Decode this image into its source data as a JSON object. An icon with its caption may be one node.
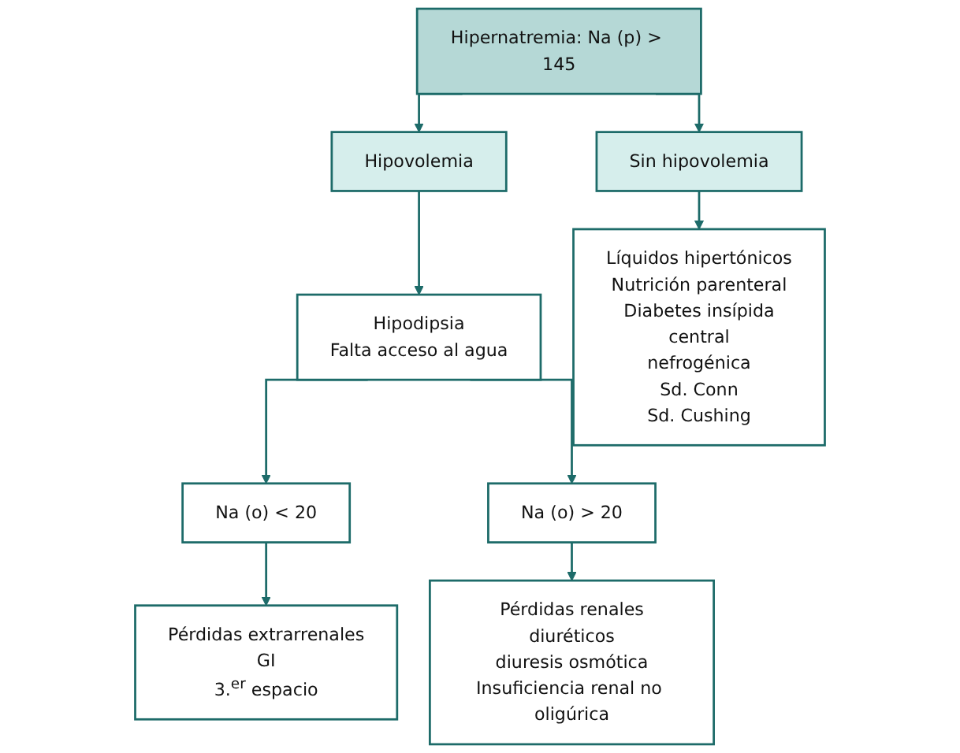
{
  "diagram": {
    "nodes": [
      {
        "text": [
          "Hipernatremia: Na (p) > 145"
        ]
      },
      {
        "text": [
          "Hipovolemia"
        ]
      },
      {
        "text": [
          "Sin hipovolemia"
        ]
      },
      {
        "text": [
          "Hipodipsia",
          "Falta acceso al agua"
        ]
      },
      {
        "text": [
          "Na (o) < 20"
        ]
      },
      {
        "text": [
          "Na (o) > 20"
        ]
      },
      {
        "text": [
          "Pérdidas extrarrenales",
          "GI",
          "3.$^{er}$ espacio"
        ]
      },
      {
        "text": [
          "Pérdidas renales",
          "diuréticos",
          "diuresis osmótica",
          "Insuficiencia renal no oligúrica"
        ]
      },
      {
        "text": [
          "Líquidos hipertónicos",
          "Nutrición parenteral",
          "Diabetes insípida",
          "central",
          "nefrogénica",
          "Sd. Conn",
          "Sd. Cushing"
        ]
      }
    ],
    "edges": [
      {
        "from": 0,
        "to": 1,
        "arrow": "to"
      },
      {
        "from": 0,
        "to": 2,
        "arrow": "to"
      },
      {
        "from": 1,
        "to": 3,
        "arrow": "to"
      },
      {
        "from": 3,
        "to": 4,
        "arrow": "to"
      },
      {
        "from": 3,
        "to": 5,
        "arrow": "to"
      },
      {
        "from": 4,
        "to": 6,
        "arrow": "to"
      },
      {
        "from": 5,
        "to": 7,
        "arrow": "to"
      },
      {
        "from": 2,
        "to": 8,
        "arrow": "to"
      }
    ]
  }
}
